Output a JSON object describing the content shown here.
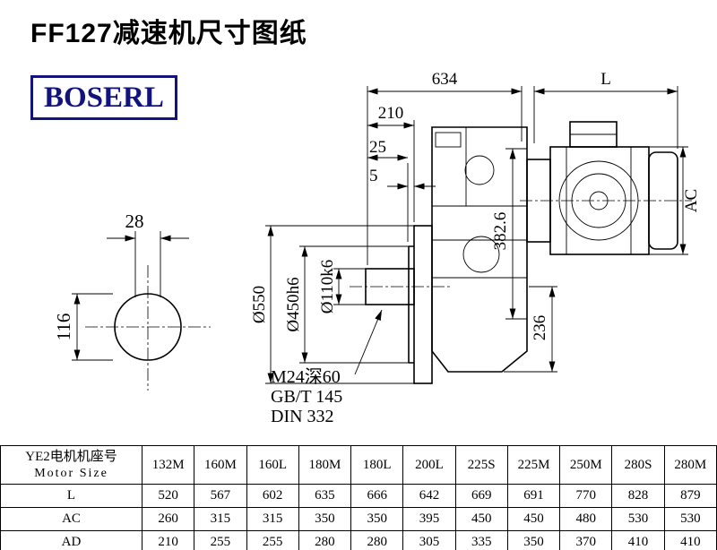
{
  "page": {
    "title": "FF127减速机尺寸图纸",
    "brand": "BOSERL"
  },
  "drawing": {
    "dims": {
      "top_width": "634",
      "motor_length": "L",
      "d210": "210",
      "d25": "25",
      "d5": "5",
      "motor_height": "AC",
      "flange_dia": "Ø550",
      "spigot_dia": "Ø450h6",
      "shaft_dia": "Ø110k6",
      "housing_height": "382.6",
      "d236": "236",
      "key_width": "28",
      "shaft_section": "116"
    },
    "notes": [
      "M24深60",
      "GB/T 145",
      "DIN 332"
    ]
  },
  "table": {
    "header_cn": "YE2电机机座号",
    "header_en": "Motor Size",
    "columns": [
      "132M",
      "160M",
      "160L",
      "180M",
      "180L",
      "200L",
      "225S",
      "225M",
      "250M",
      "280S",
      "280M"
    ],
    "rows": [
      {
        "label": "L",
        "values": [
          "520",
          "567",
          "602",
          "635",
          "666",
          "642",
          "669",
          "691",
          "770",
          "828",
          "879"
        ]
      },
      {
        "label": "AC",
        "values": [
          "260",
          "315",
          "315",
          "350",
          "350",
          "395",
          "450",
          "450",
          "480",
          "530",
          "530"
        ]
      },
      {
        "label": "AD",
        "values": [
          "210",
          "255",
          "255",
          "280",
          "280",
          "305",
          "335",
          "350",
          "370",
          "410",
          "410"
        ]
      }
    ]
  }
}
